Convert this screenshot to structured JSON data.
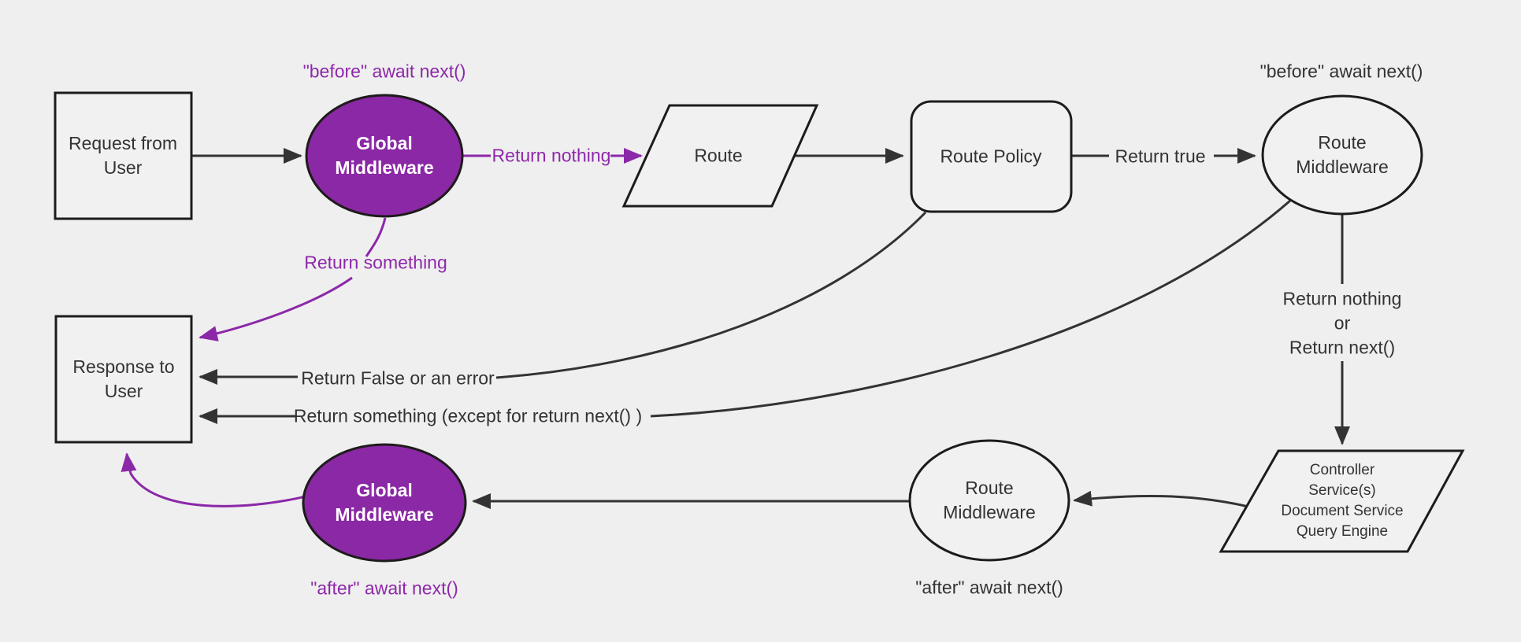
{
  "diagram": {
    "title_hint": "Middleware request/response flow diagram",
    "colors": {
      "background": "#efefef",
      "node_fill": "#f1f1f1",
      "node_stroke": "#1e1b1b",
      "edge_stroke": "#333333",
      "text_color": "#333333",
      "purple_fill": "#8b28a5",
      "purple_stroke": "#8b28a8",
      "purple_text": "#8e28aa"
    },
    "nodes": {
      "request": {
        "label": "Request from\nUser"
      },
      "global_middleware_top": {
        "label": "Global\nMiddleware"
      },
      "route": {
        "label": "Route"
      },
      "route_policy": {
        "label": "Route Policy"
      },
      "route_middleware_top": {
        "label": "Route\nMiddleware"
      },
      "controller": {
        "label": "Controller\nService(s)\nDocument Service\nQuery Engine"
      },
      "route_middleware_bottom": {
        "label": "Route\nMiddleware"
      },
      "global_middleware_bottom": {
        "label": "Global\nMiddleware"
      },
      "response": {
        "label": "Response to\nUser"
      }
    },
    "edge_labels": {
      "before_await_top": "\"before\" await next()",
      "return_nothing": "Return nothing",
      "return_true": "Return true",
      "before_await_right": "\"before\" await next()",
      "return_nothing_or_next": "Return nothing\nor\nReturn next()",
      "return_something": "Return something",
      "return_false_or_error": "Return False or an error",
      "return_something_except": "Return something (except for return next() )",
      "after_await_route": "\"after\" await next()",
      "after_await_global": "\"after\" await next()"
    }
  }
}
